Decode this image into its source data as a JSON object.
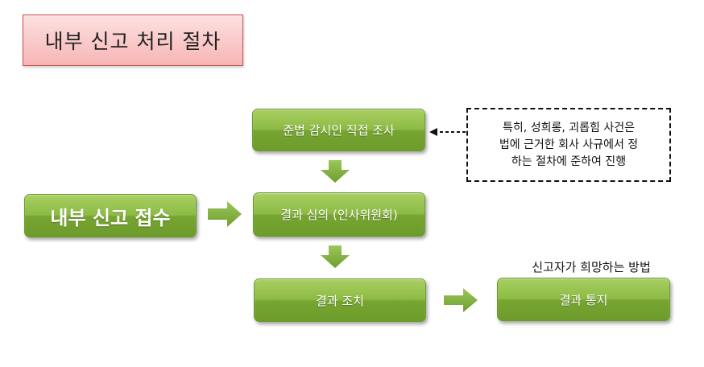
{
  "title": "내부 신고 처리 절차",
  "boxes": {
    "intake": "내부 신고 접수",
    "investigation": "준법 감시인 직접 조사",
    "review": "결과 심의 (인사위원회)",
    "action": "결과 조치",
    "notice": "결과 통지"
  },
  "note": {
    "line1": "특히, 성희롱, 괴롭힘 사건은",
    "line2": "법에 근거한 회사 사규에서 정",
    "line3": "하는 절차에 준하여 진행"
  },
  "notice_caption": "신고자가 희망하는 방법",
  "colors": {
    "box_green": "#8dbb45",
    "arrow_green": "#7aa93a",
    "title_fill": "#f7b5b5",
    "title_border": "#c9504f"
  }
}
